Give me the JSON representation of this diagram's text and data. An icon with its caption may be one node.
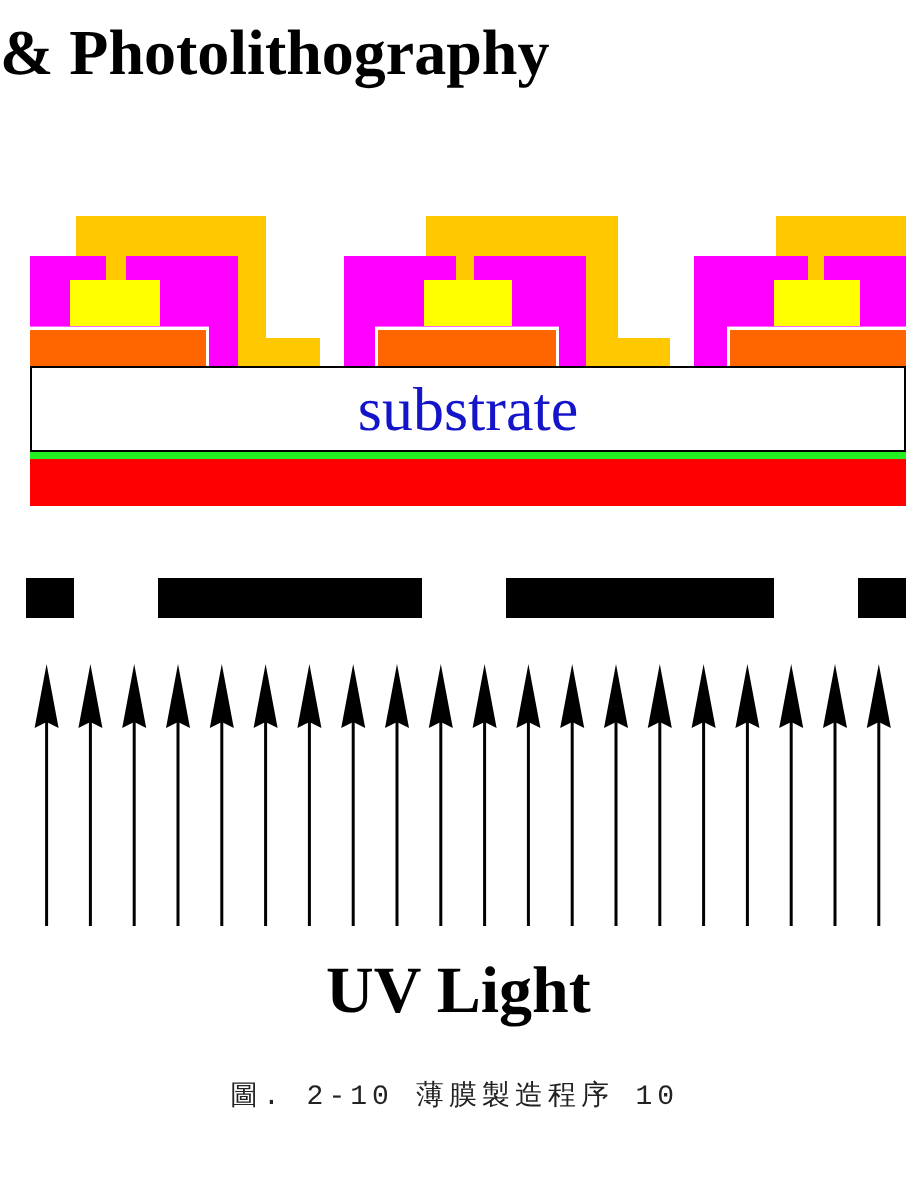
{
  "diagram": {
    "title": "& Photolithography",
    "nodes": [
      {
        "text": [
          "substrate"
        ]
      }
    ],
    "labels": [
      "UV Light"
    ],
    "caption": "圖. 2-10 薄膜製造程序 10"
  }
}
